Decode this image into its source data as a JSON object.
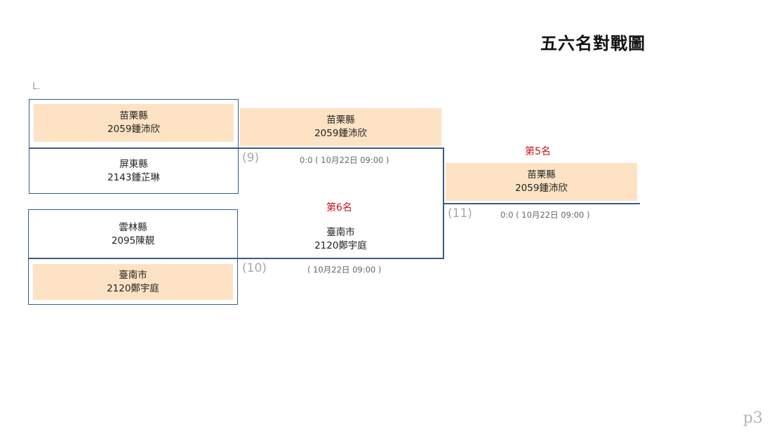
{
  "title": "五六名對戰圖",
  "section_label": "L.",
  "page_number": "p3",
  "colors": {
    "line": "#3b5b86",
    "winner_fill": "#fde3c4",
    "place_text": "#d0121b",
    "match_number": "#a8a8a8"
  },
  "round1": [
    {
      "top": {
        "county": "苗栗縣",
        "player": "2059鍾沛欣"
      },
      "bottom": {
        "county": "屏東縣",
        "player": "2143鍾芷琳"
      }
    },
    {
      "top": {
        "county": "雲林縣",
        "player": "2095陳靚"
      },
      "bottom": {
        "county": "臺南市",
        "player": "2120鄭宇庭"
      }
    }
  ],
  "match9": {
    "number": "(9)",
    "winner_county": "苗栗縣",
    "winner_player": "2059鍾沛欣",
    "score": "0:0 ( 10月22日 09:00 )"
  },
  "match10": {
    "number": "(10)",
    "place_label": "第6名",
    "county": "臺南市",
    "player": "2120鄭宇庭",
    "score": "( 10月22日 09:00 )"
  },
  "match11": {
    "number": "(11)",
    "place_label": "第5名",
    "winner_county": "苗栗縣",
    "winner_player": "2059鍾沛欣",
    "score": "0:0 ( 10月22日 09:00 )"
  }
}
